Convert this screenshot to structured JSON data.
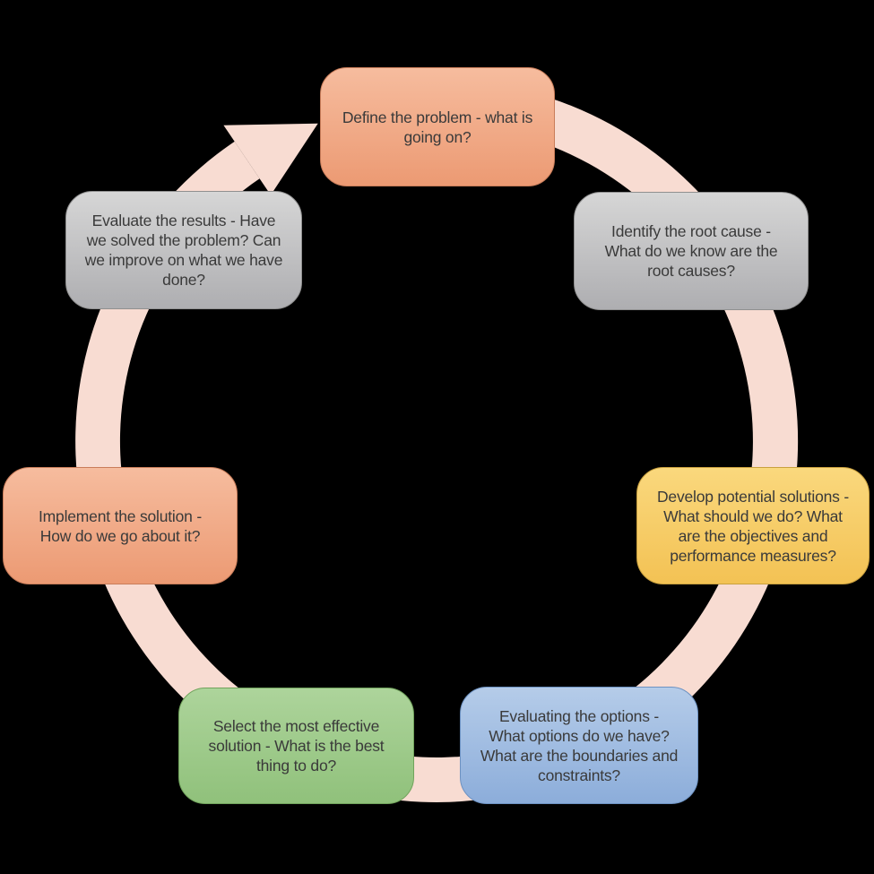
{
  "background_color": "#000000",
  "diagram": {
    "type": "cycle-diagram",
    "direction": "clockwise",
    "arrow_color": "#f8dcd2",
    "text_color": "#3a3a3a",
    "steps": [
      {
        "name": "define-problem",
        "position": "top",
        "label": "Define the problem - what is\ngoing on?",
        "fill_top": "#f6bc9e",
        "fill_bottom": "#ec9a73",
        "border_color": "#c97d5a"
      },
      {
        "name": "identify-root-cause",
        "position": "top-right",
        "label": "Identify the root cause -\nWhat do we know are the\nroot causes?",
        "fill_top": "#d6d6d6",
        "fill_bottom": "#aeaeb1",
        "border_color": "#909090"
      },
      {
        "name": "develop-potential-solutions",
        "position": "right",
        "label": "Develop potential solutions -\nWhat should we do? What\nare the objectives and\nperformance measures?",
        "fill_top": "#fad87d",
        "fill_bottom": "#f3c254",
        "border_color": "#c9a03e"
      },
      {
        "name": "evaluating-the-options",
        "position": "bottom-right",
        "label": "Evaluating the options -\nWhat options do we have?\nWhat are the boundaries and\nconstraints?",
        "fill_top": "#b5cce9",
        "fill_bottom": "#8cadda",
        "border_color": "#6d92c2"
      },
      {
        "name": "select-effective-solution",
        "position": "bottom-left",
        "label": "Select the most effective\nsolution - What is the best\nthing to do?",
        "fill_top": "#add49b",
        "fill_bottom": "#90c17b",
        "border_color": "#71a35c"
      },
      {
        "name": "implement-solution",
        "position": "left",
        "label": "Implement the solution -\nHow do we go about it?",
        "fill_top": "#f6bc9e",
        "fill_bottom": "#ec9a73",
        "border_color": "#c97d5a"
      },
      {
        "name": "evaluate-results",
        "position": "top-left",
        "label": "Evaluate the results - Have\nwe solved the problem? Can\nwe improve on what we have\ndone?",
        "fill_top": "#d6d6d6",
        "fill_bottom": "#aeaeb1",
        "border_color": "#909090"
      }
    ]
  }
}
